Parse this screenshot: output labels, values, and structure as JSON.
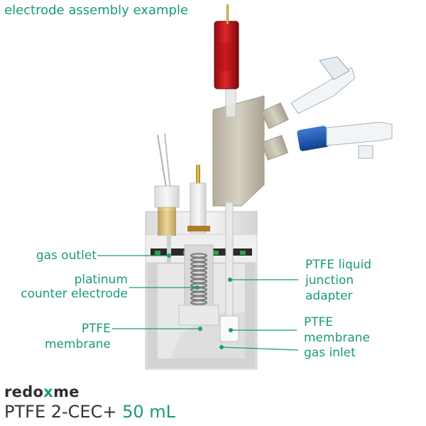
{
  "title": "electrode assembly example",
  "labels": {
    "gas_outlet": "gas outlet",
    "platinum_line1": "platinum",
    "platinum_line2": "counter electrode",
    "ptfe_membrane_left_1": "PTFE",
    "ptfe_membrane_left_2": "membrane",
    "liquid_junction_1": "PTFE liquid",
    "liquid_junction_2": "junction",
    "liquid_junction_3": "adapter",
    "ptfe_membrane_right_1": "PTFE",
    "ptfe_membrane_right_2": "membrane",
    "gas_inlet": "gas inlet"
  },
  "brand": {
    "part1": "redo",
    "part2": "x",
    "part3": "me"
  },
  "product": {
    "name": "PTFE 2-CEC+",
    "volume": "50 mL"
  },
  "colors": {
    "accent": "#1a9a7c",
    "red_cap": "#c8141a",
    "blue_connector": "#1f5fbf",
    "body_grey": "#c9c3b5",
    "cell_white": "#eeeeee"
  }
}
